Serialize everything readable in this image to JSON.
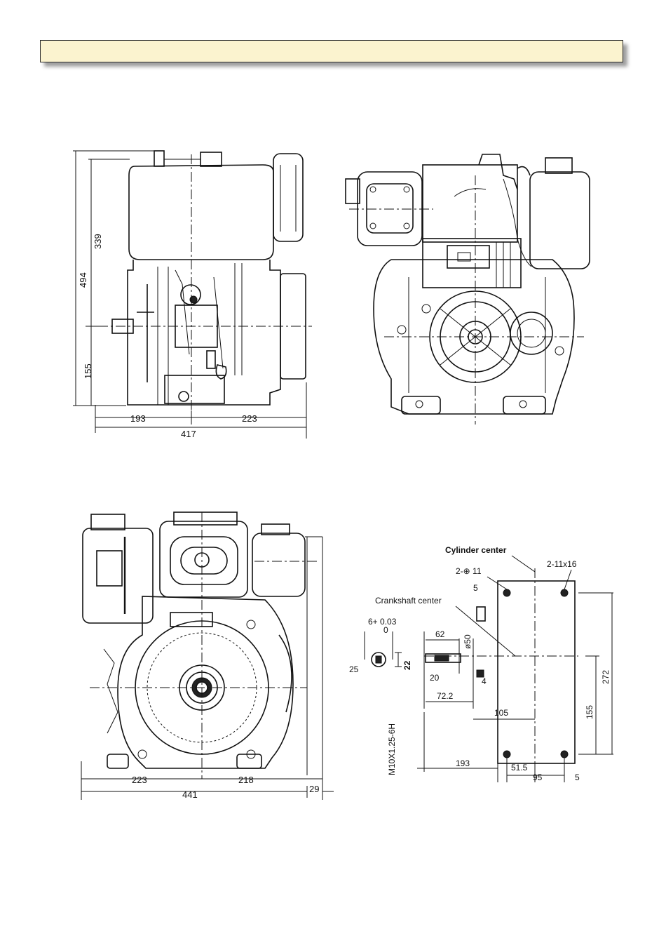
{
  "header": {
    "title": ""
  },
  "side_view": {
    "dim_height_total": "494",
    "dim_height_upper": "339",
    "dim_height_lower": "155",
    "dim_width_left": "193",
    "dim_width_right": "223",
    "dim_width_total": "417"
  },
  "rear_view": {},
  "front_view": {
    "dim_width_left": "223",
    "dim_width_right": "218",
    "dim_width_total": "441",
    "dim_offset": "29"
  },
  "mounting_view": {
    "label_cylinder_center": "Cylinder center",
    "label_crankshaft_center": "Crankshaft center",
    "label_holes_round": "2-⊕ 11",
    "label_holes_slot": "2-11x16",
    "label_tolerance_value": "6+ 0.03",
    "label_tolerance_zero": "0",
    "label_25": "25",
    "label_22": "22",
    "label_20": "20",
    "label_62": "62",
    "label_phi50": "ø50",
    "label_5_top": "5",
    "label_4": "4",
    "label_72_2": "72.2",
    "label_105": "105",
    "label_155": "155",
    "label_272": "272",
    "label_thread": "M10X1.25-6H",
    "label_193": "193",
    "label_51_5": "51.5",
    "label_95": "95",
    "label_5_bottom": "5"
  }
}
